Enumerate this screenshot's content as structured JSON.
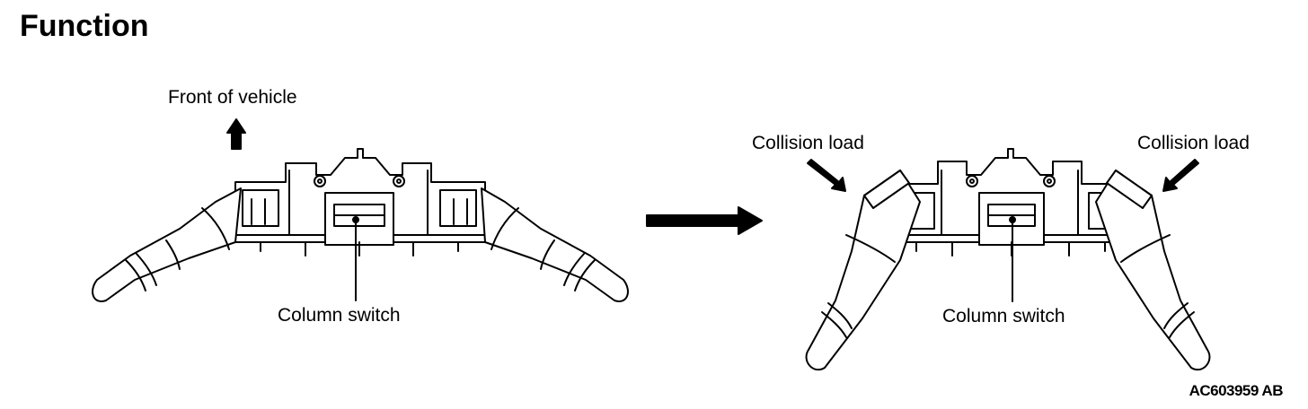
{
  "title": "Function",
  "labels": {
    "front_of_vehicle": "Front of vehicle",
    "column_switch_left": "Column switch",
    "column_switch_right": "Column switch",
    "collision_load_left": "Collision load",
    "collision_load_right": "Collision load"
  },
  "figure_code": "AC603959 AB",
  "colors": {
    "line": "#000000",
    "background": "#ffffff"
  }
}
